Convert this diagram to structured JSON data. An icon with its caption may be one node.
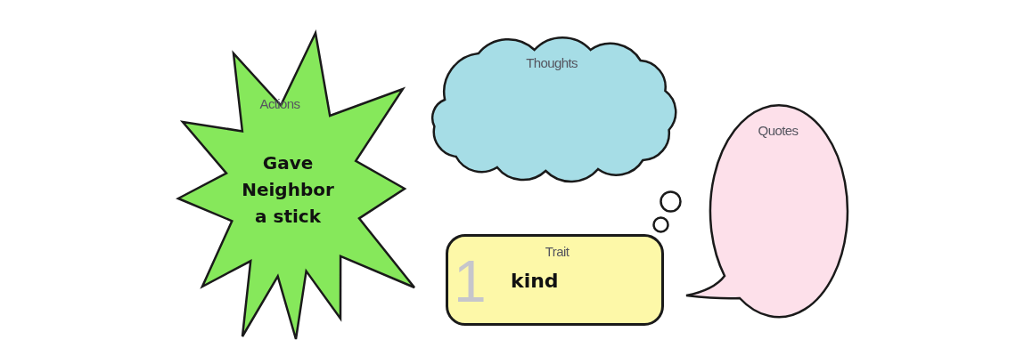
{
  "diagram": {
    "nodes": [
      {
        "text": [
          "Actions",
          "Gave Neighbor a stick"
        ]
      },
      {
        "text": [
          "Thoughts"
        ]
      },
      {
        "text": [
          "Quotes"
        ]
      },
      {
        "text": [
          "Trait",
          "1",
          "kind"
        ]
      }
    ]
  }
}
